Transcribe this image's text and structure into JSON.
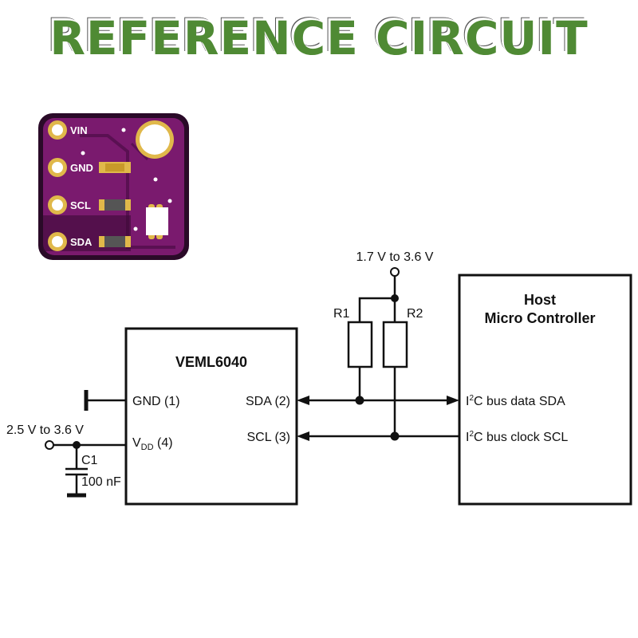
{
  "title": "REFERENCE CIRCUIT",
  "colors": {
    "title": "#4f8a34",
    "pcb": "#7a1a6e",
    "pad": "#e0b84a"
  },
  "board": {
    "pins": [
      "VIN",
      "GND",
      "SCL",
      "SDA"
    ]
  },
  "sensor_chip": {
    "name": "VEML6040",
    "pins": {
      "gnd": "GND (1)",
      "vdd_main": "V",
      "vdd_sub": "DD",
      "vdd_num": " (4)",
      "sda": "SDA (2)",
      "scl": "SCL (3)"
    }
  },
  "supply_left": {
    "label": "2.5 V to 3.6 V"
  },
  "capacitor": {
    "name": "C1",
    "value": "100 nF"
  },
  "pullup": {
    "supply": "1.7 V to 3.6 V",
    "r1": "R1",
    "r2": "R2"
  },
  "host": {
    "title_line1": "Host",
    "title_line2": "Micro Controller",
    "sda_pre": "I",
    "sda_sup": "2",
    "sda_post": "C bus data SDA",
    "scl_pre": "I",
    "scl_sup": "2",
    "scl_post": "C bus clock SCL"
  }
}
